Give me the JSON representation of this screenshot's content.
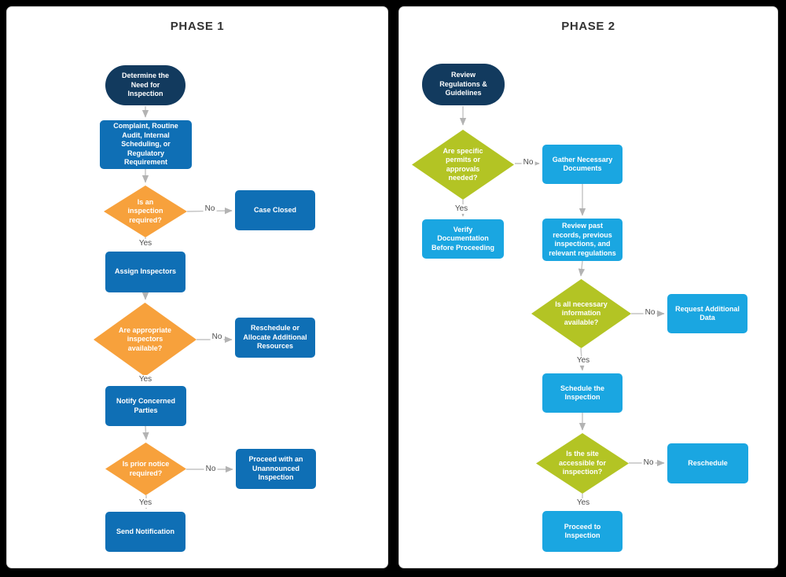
{
  "phase1": {
    "title": "PHASE 1",
    "start": "Determine the Need for Inspection",
    "trigger": "Complaint, Routine Audit, Internal Scheduling, or Regulatory Requirement",
    "decision_inspection_required": "Is an inspection required?",
    "case_closed": "Case Closed",
    "assign_inspectors": "Assign Inspectors",
    "decision_inspectors_available": "Are appropriate inspectors available?",
    "reschedule_allocate": "Reschedule or Allocate Additional Resources",
    "notify_parties": "Notify Concerned Parties",
    "decision_prior_notice": "Is prior notice required?",
    "unannounced_inspection": "Proceed with an Unannounced Inspection",
    "send_notification": "Send Notification"
  },
  "phase2": {
    "title": "PHASE 2",
    "start": "Review Regulations & Guidelines",
    "decision_permits_needed": "Are specific permits or approvals needed?",
    "gather_documents": "Gather Necessary Documents",
    "verify_documentation": "Verify Documentation Before Proceeding",
    "review_records": "Review past records, previous inspections, and relevant regulations",
    "decision_info_available": "Is all necessary information available?",
    "request_additional_data": "Request Additional Data",
    "schedule_inspection": "Schedule the Inspection",
    "decision_site_accessible": "Is the site accessible for inspection?",
    "reschedule": "Reschedule",
    "proceed_to_inspection": "Proceed to Inspection"
  },
  "labels": {
    "yes": "Yes",
    "no": "No"
  },
  "colors": {
    "navy": "#123A5E",
    "blue": "#0F6FB5",
    "orange": "#F7A13C",
    "cyan": "#1AA6E1",
    "green": "#B3C424",
    "wire": "#c3c3c3",
    "arrowhead": "#b3b3b3",
    "title": "#333333"
  }
}
